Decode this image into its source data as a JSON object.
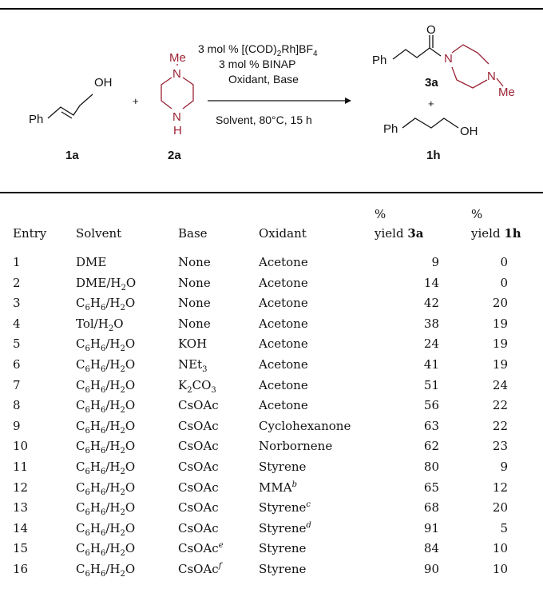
{
  "scheme": {
    "reactant1": {
      "ph": "Ph",
      "oh": "OH",
      "label": "1a"
    },
    "plus1": "+",
    "reactant2": {
      "me": "Me",
      "n_top": "N",
      "n_bottom": "N",
      "h": "H",
      "label": "2a"
    },
    "conditions": {
      "line1_pre": "3 mol % [(COD)",
      "line1_sub": "2",
      "line1_mid": "Rh]BF",
      "line1_sub2": "4",
      "line2": "3 mol % BINAP",
      "line3": "Oxidant, Base",
      "line4": "Solvent, 80°C, 15 h"
    },
    "product1": {
      "ph": "Ph",
      "o": "O",
      "n1": "N",
      "n2": "N",
      "me": "Me",
      "label": "3a"
    },
    "plus2": "+",
    "product2": {
      "ph": "Ph",
      "oh": "OH",
      "label": "1h"
    },
    "colors": {
      "amine": "#9b2335",
      "ink": "#111111"
    }
  },
  "table": {
    "headers": {
      "entry": "Entry",
      "solvent": "Solvent",
      "base": "Base",
      "oxidant": "Oxidant",
      "yield3a_top": "%",
      "yield3a_bottom": "yield",
      "yield3a_bold": "3a",
      "yield1h_top": "%",
      "yield1h_bottom": "yield",
      "yield1h_bold": "1h"
    },
    "rows": [
      {
        "entry": "1",
        "solvent": "DME",
        "base": "None",
        "oxidant": "Acetone",
        "y3a": "9",
        "y1h": "0"
      },
      {
        "entry": "2",
        "solvent": "DME/H2O",
        "base": "None",
        "oxidant": "Acetone",
        "y3a": "14",
        "y1h": "0"
      },
      {
        "entry": "3",
        "solvent": "C6H6/H2O",
        "base": "None",
        "oxidant": "Acetone",
        "y3a": "42",
        "y1h": "20"
      },
      {
        "entry": "4",
        "solvent": "Tol/H2O",
        "base": "None",
        "oxidant": "Acetone",
        "y3a": "38",
        "y1h": "19"
      },
      {
        "entry": "5",
        "solvent": "C6H6/H2O",
        "base": "KOH",
        "oxidant": "Acetone",
        "y3a": "24",
        "y1h": "19"
      },
      {
        "entry": "6",
        "solvent": "C6H6/H2O",
        "base": "NEt3",
        "oxidant": "Acetone",
        "y3a": "41",
        "y1h": "19"
      },
      {
        "entry": "7",
        "solvent": "C6H6/H2O",
        "base": "K2CO3",
        "oxidant": "Acetone",
        "y3a": "51",
        "y1h": "24"
      },
      {
        "entry": "8",
        "solvent": "C6H6/H2O",
        "base": "CsOAc",
        "oxidant": "Acetone",
        "y3a": "56",
        "y1h": "22"
      },
      {
        "entry": "9",
        "solvent": "C6H6/H2O",
        "base": "CsOAc",
        "oxidant": "Cyclohexanone",
        "y3a": "63",
        "y1h": "22"
      },
      {
        "entry": "10",
        "solvent": "C6H6/H2O",
        "base": "CsOAc",
        "oxidant": "Norbornene",
        "y3a": "62",
        "y1h": "23"
      },
      {
        "entry": "11",
        "solvent": "C6H6/H2O",
        "base": "CsOAc",
        "oxidant": "Styrene",
        "y3a": "80",
        "y1h": "9"
      },
      {
        "entry": "12",
        "solvent": "C6H6/H2O",
        "base": "CsOAc",
        "oxidant": "MMA",
        "oxidant_sup": "b",
        "y3a": "65",
        "y1h": "12"
      },
      {
        "entry": "13",
        "solvent": "C6H6/H2O",
        "base": "CsOAc",
        "oxidant": "Styrene",
        "oxidant_sup": "c",
        "y3a": "68",
        "y1h": "20"
      },
      {
        "entry": "14",
        "solvent": "C6H6/H2O",
        "base": "CsOAc",
        "oxidant": "Styrene",
        "oxidant_sup": "d",
        "y3a": "91",
        "y1h": "5"
      },
      {
        "entry": "15",
        "solvent": "C6H6/H2O",
        "base": "CsOAc",
        "base_sup": "e",
        "oxidant": "Styrene",
        "y3a": "84",
        "y1h": "10"
      },
      {
        "entry": "16",
        "solvent": "C6H6/H2O",
        "base": "CsOAc",
        "base_sup": "f",
        "oxidant": "Styrene",
        "y3a": "90",
        "y1h": "10"
      }
    ]
  }
}
